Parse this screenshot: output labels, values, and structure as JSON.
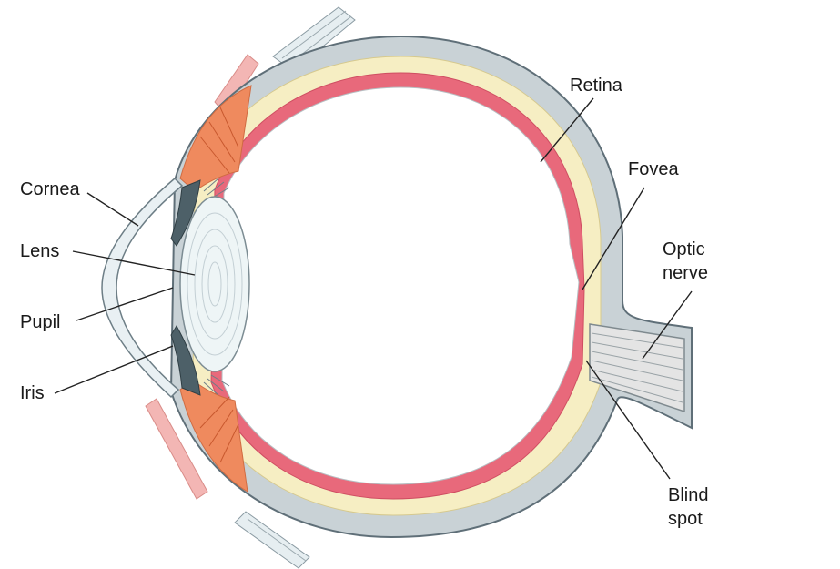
{
  "labels": {
    "cornea": "Cornea",
    "lens": "Lens",
    "pupil": "Pupil",
    "iris": "Iris",
    "retina": "Retina",
    "fovea": "Fovea",
    "optic_nerve": [
      "Optic",
      "nerve"
    ],
    "blind_spot": [
      "Blind",
      "spot"
    ]
  },
  "colors": {
    "sclera": "#c9d2d6",
    "sclera_stroke": "#5f6f78",
    "choroid": "#f6eec3",
    "retina": "#e8697b",
    "ciliary_muscle": "#ef8a5e",
    "iris": "#4d6068",
    "lens": "#eef5f6",
    "nerve": "#e4e4e4"
  }
}
